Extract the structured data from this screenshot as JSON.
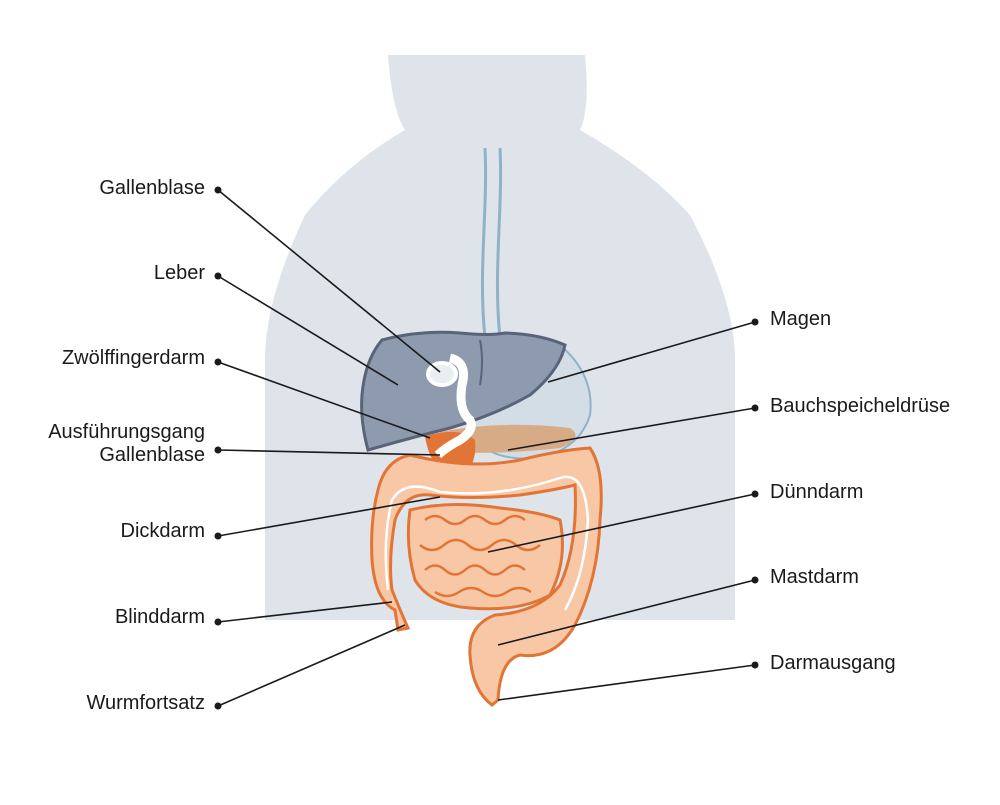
{
  "labels": {
    "left": [
      {
        "key": "gallenblase",
        "text": "Gallenblase"
      },
      {
        "key": "leber",
        "text": "Leber"
      },
      {
        "key": "zwoelffingerdarm",
        "text": "Zwölffingerdarm"
      },
      {
        "key": "ausfuehrungsgang",
        "text": "Ausführungsgang",
        "text2": "Gallenblase"
      },
      {
        "key": "dickdarm",
        "text": "Dickdarm"
      },
      {
        "key": "blinddarm",
        "text": "Blinddarm"
      },
      {
        "key": "wurmfortsatz",
        "text": "Wurmfortsatz"
      }
    ],
    "right": [
      {
        "key": "magen",
        "text": "Magen"
      },
      {
        "key": "bauchspeicheldruese",
        "text": "Bauchspeicheldrüse"
      },
      {
        "key": "duenndarm",
        "text": "Dünndarm"
      },
      {
        "key": "mastdarm",
        "text": "Mastdarm"
      },
      {
        "key": "darmausgang",
        "text": "Darmausgang"
      }
    ]
  },
  "colors": {
    "body": "#dfe3ea",
    "liver": "#8e9aae",
    "liver_stroke": "#5a6478",
    "stomach": "#d3dde6",
    "esophagus": "#8fb3c6",
    "pancreas": "#d8ab87",
    "duodenum": "#e27535",
    "intestine_fill": "#f8c7a6",
    "intestine_stroke": "#e27535",
    "leader": "#1a1a1a"
  }
}
